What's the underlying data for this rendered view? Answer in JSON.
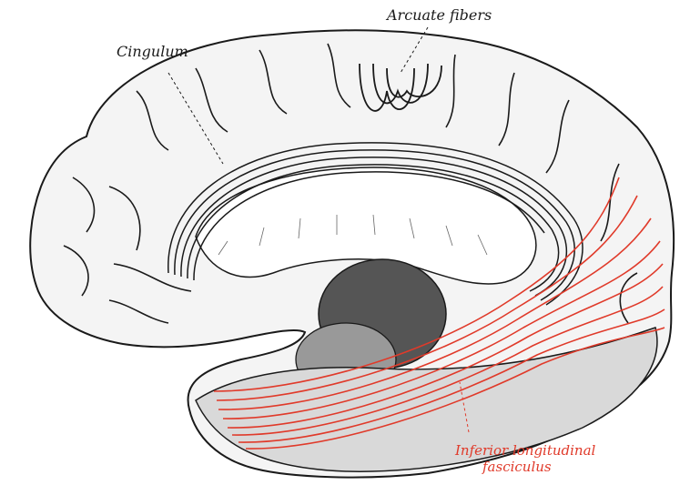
{
  "labels": {
    "arcuate": "Arcuate fibers",
    "cingulum": "Cingulum",
    "ilf_line1": "Inferior longitudinal",
    "ilf_line2": "fasciculus"
  },
  "colors": {
    "ink": "#1a1a1a",
    "highlight": "#e03a2a",
    "paper": "#ffffff",
    "shade": "#d9d9d9"
  }
}
